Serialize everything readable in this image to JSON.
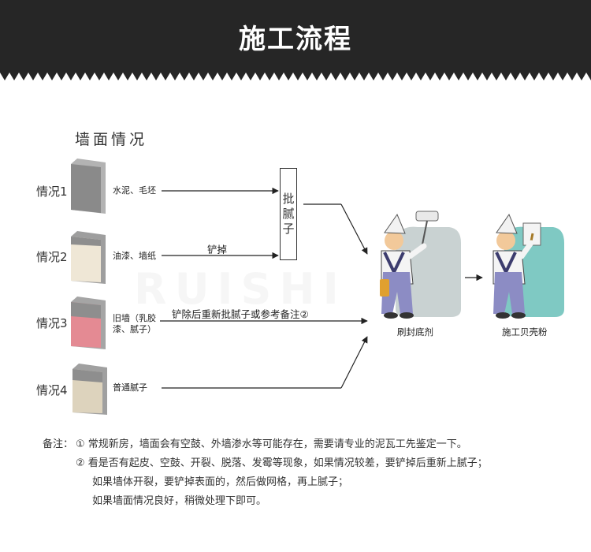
{
  "header": {
    "title": "施工流程"
  },
  "section": {
    "title": "墙面情况"
  },
  "cases": [
    {
      "label": "情况1",
      "desc": "水泥、毛坯"
    },
    {
      "label": "情况2",
      "desc": "油漆、墙纸"
    },
    {
      "label": "情况3",
      "desc_line1": "旧墙（乳胶",
      "desc_line2": "漆、腻子）"
    },
    {
      "label": "情况4",
      "desc": "普通腻子"
    }
  ],
  "arrows": {
    "case2_label": "铲掉",
    "case3_label": "铲除后重新批腻子或参考备注②"
  },
  "putty_box": {
    "chars": [
      "批",
      "腻",
      "子"
    ]
  },
  "steps": [
    {
      "label": "刷封底剂"
    },
    {
      "label": "施工贝壳粉"
    }
  ],
  "watermark": "RUISHI",
  "notes": {
    "prefix": "备注：",
    "line1": "① 常规新房，墙面会有空鼓、外墙渗水等可能存在，需要请专业的泥瓦工先鉴定一下。",
    "line2": "② 看是否有起皮、空鼓、开裂、脱落、发霉等现象，如果情况较差，要铲掉后重新上腻子；",
    "line3": "如果墙体开裂，要铲掉表面的，然后做网格，再上腻子；",
    "line4": "如果墙面情况良好，稍微处理下即可。"
  },
  "colors": {
    "header_bg": "#262626",
    "swatch_cement": "#8a8a8a",
    "swatch_paint": "#efe7d6",
    "swatch_old": "#e48a93",
    "swatch_putty": "#ddd3bd",
    "wall_grey": "#c9d2d2",
    "wall_teal": "#7fc9c3"
  }
}
